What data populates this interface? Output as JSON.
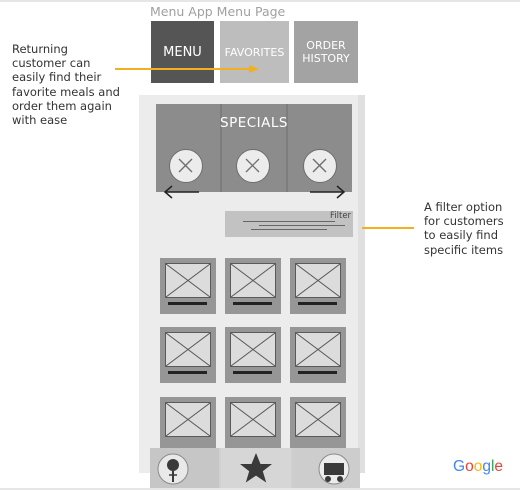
{
  "page_title": "Menu App Menu Page",
  "tabs": [
    {
      "label": "MENU"
    },
    {
      "label": "FAVORITES"
    },
    {
      "label": "ORDER HISTORY",
      "line1": "ORDER",
      "line2": "HISTORY"
    }
  ],
  "specials": {
    "title": "SPECIALS"
  },
  "filter": {
    "label": "Filter"
  },
  "annotations": {
    "left": "Returning customer can easily find their favorite meals and order them again with ease",
    "right": "A filter option for customers to easily find specific items"
  },
  "branding": {
    "letters": [
      "G",
      "o",
      "o",
      "g",
      "l",
      "e"
    ],
    "colors": [
      "#4285F4",
      "#EA4335",
      "#FBBC05",
      "#4285F4",
      "#34A853",
      "#EA4335"
    ]
  },
  "icons": {
    "specials_items": [
      "placeholder-image-icon",
      "placeholder-image-icon",
      "placeholder-image-icon"
    ],
    "nav": [
      "person-icon",
      "star-icon",
      "cart-icon"
    ],
    "carousel": [
      "arrow-left-icon",
      "arrow-right-icon"
    ]
  },
  "colors": {
    "annotation_arrow": "#f2b01d",
    "active_tab": "#555555"
  }
}
